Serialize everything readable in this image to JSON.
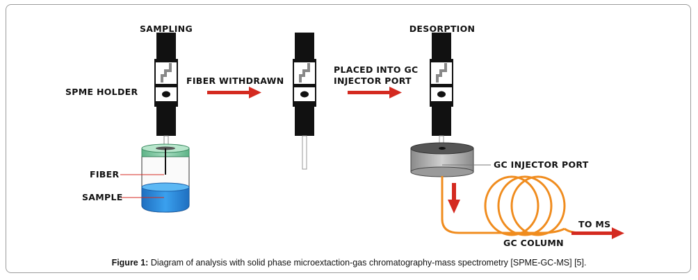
{
  "labels": {
    "sampling": "SAMPLING",
    "desorption": "DESORPTION",
    "spme_holder": "SPME HOLDER",
    "fiber_withdrawn": "FIBER WITHDRAWN",
    "placed_line1": "PLACED INTO GC",
    "placed_line2": "INJECTOR PORT",
    "fiber": "FIBER",
    "sample": "SAMPLE",
    "gc_injector_port": "GC INJECTOR PORT",
    "gc_column": "GC COLUMN",
    "to_ms": "TO MS"
  },
  "caption": {
    "prefix": "Figure 1:",
    "text": " Diagram of analysis with solid phase microextaction-gas chromatography-mass spectrometry [SPME-GC-MS] [5]."
  },
  "colors": {
    "arrow_red": "#d42a20",
    "column_orange": "#f08c1e",
    "sample_blue": "#2a8ad8",
    "cap_green": "#7cc7a0",
    "holder_black": "#111111",
    "injector_gray": "#a8a8a8"
  }
}
